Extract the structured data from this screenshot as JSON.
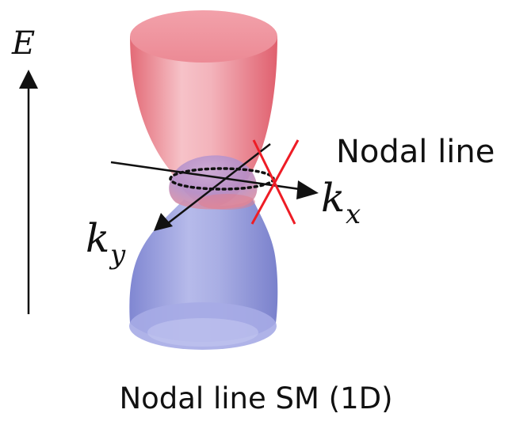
{
  "axes": {
    "energy": "E",
    "kx_base": "k",
    "kx_sub": "x",
    "ky_base": "k",
    "ky_sub": "y"
  },
  "labels": {
    "nodal_line": "Nodal line",
    "caption": "Nodal line SM (1D)"
  },
  "colors": {
    "upper_band": "#e8707a",
    "lower_band": "#8a8fd8",
    "nodal_line_marker": "#ee1c25",
    "ink": "#111111"
  }
}
